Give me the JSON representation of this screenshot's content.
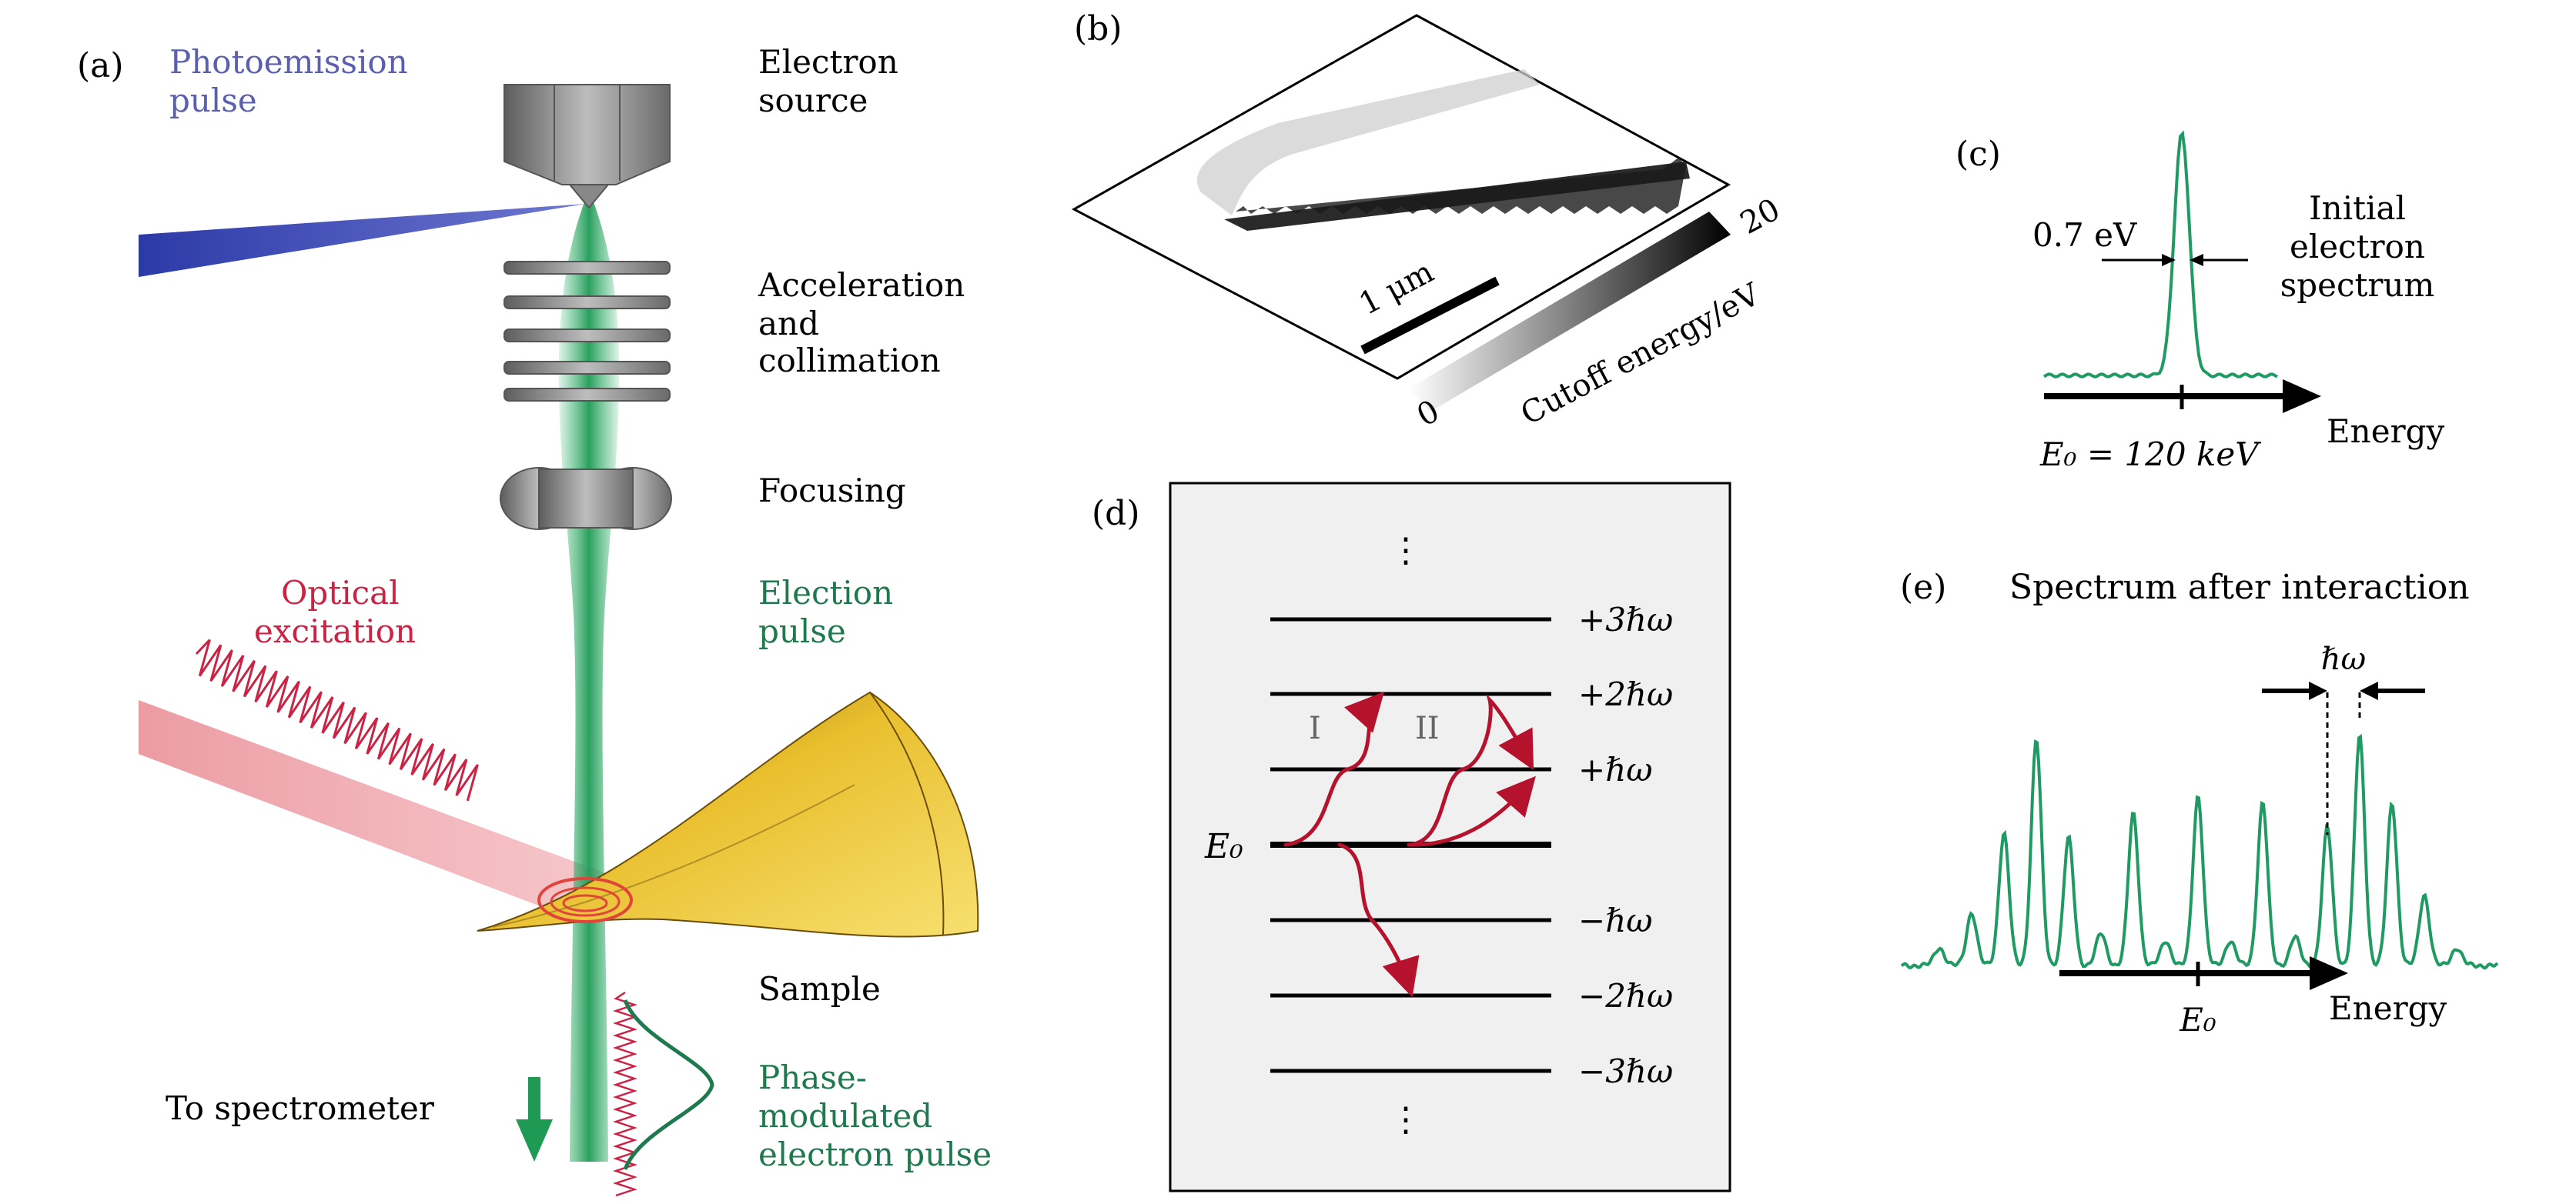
{
  "colors": {
    "photo_blue": "#5a5fb0",
    "optical_red": "#cc2244",
    "electron_green": "#1e7a4e",
    "transition_red": "#b5132d",
    "spectrum_green": "#1f9a63",
    "gold": "#e7b92a"
  },
  "panel_a": {
    "label": "(a)",
    "photoemission": [
      "Photoemission",
      "pulse"
    ],
    "electron_source": [
      "Electron",
      "source"
    ],
    "acceleration": [
      "Acceleration",
      "and",
      "collimation"
    ],
    "focusing": "Focusing",
    "optical": [
      "Optical",
      "excitation"
    ],
    "election_pulse": [
      "Election",
      "pulse"
    ],
    "sample": "Sample",
    "to_spectrometer": "To spectrometer",
    "phase_modulated": [
      "Phase-",
      "modulated",
      "electron pulse"
    ]
  },
  "panel_b": {
    "label": "(b)",
    "scale_bar": "1 μm",
    "colorbar_title": "Cutoff energy/eV",
    "colorbar_min": "0",
    "colorbar_max": "20"
  },
  "panel_c": {
    "label": "(c)",
    "width": "0.7 eV",
    "title": [
      "Initial",
      "electron",
      "spectrum"
    ],
    "e0": "E₀ = 120 keV",
    "axis": "Energy"
  },
  "panel_d": {
    "label": "(d)",
    "dots": "⋮",
    "e0": "E₀",
    "levels": [
      "+3ℏω",
      "+2ℏω",
      "+ℏω",
      "",
      "−ℏω",
      "−2ℏω",
      "−3ℏω"
    ],
    "path1": "I",
    "path2": "II"
  },
  "panel_e": {
    "label": "(e)",
    "title": "Spectrum after interaction",
    "hw": "ℏω",
    "e0": "E₀",
    "axis": "Energy",
    "peaks": [
      {
        "order": -8,
        "height": 0.1
      },
      {
        "order": -7,
        "height": 0.3
      },
      {
        "order": -6,
        "height": 0.75
      },
      {
        "order": -5,
        "height": 1.28
      },
      {
        "order": -4,
        "height": 0.72
      },
      {
        "order": -3,
        "height": 0.18
      },
      {
        "order": -2,
        "height": 0.86
      },
      {
        "order": -1,
        "height": 0.14
      },
      {
        "order": 0,
        "height": 0.96
      },
      {
        "order": 1,
        "height": 0.14
      },
      {
        "order": 2,
        "height": 0.92
      },
      {
        "order": 3,
        "height": 0.16
      },
      {
        "order": 4,
        "height": 0.78
      },
      {
        "order": 5,
        "height": 1.3
      },
      {
        "order": 6,
        "height": 0.92
      },
      {
        "order": 7,
        "height": 0.4
      },
      {
        "order": 8,
        "height": 0.1
      }
    ]
  }
}
